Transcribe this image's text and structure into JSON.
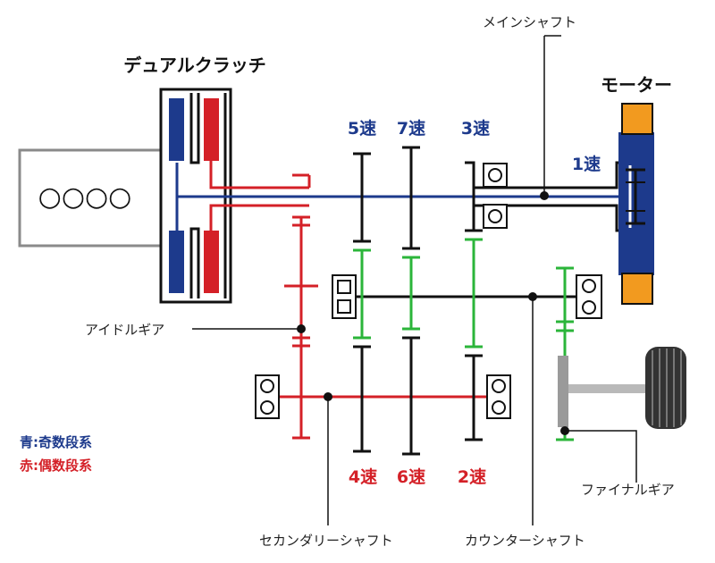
{
  "labels": {
    "dual_clutch": "デュアルクラッチ",
    "main_shaft": "メインシャフト",
    "motor": "モーター",
    "idle_gear": "アイドルギア",
    "secondary_shaft": "セカンダリーシャフト",
    "counter_shaft": "カウンターシャフト",
    "final_gear": "ファイナルギア",
    "engine_cylinders": "○○○○"
  },
  "speeds": {
    "s1": "1速",
    "s2": "2速",
    "s3": "3速",
    "s4": "4速",
    "s5": "5速",
    "s6": "6速",
    "s7": "7速"
  },
  "legend": {
    "odd": "青:奇数段系",
    "even": "赤:偶数段系"
  },
  "colors": {
    "odd_blue": "#1d3a8c",
    "even_red": "#d42027",
    "counter_green": "#2bb53a",
    "motor_orange": "#f29a1f",
    "black": "#111111",
    "gray": "#9a9a9a"
  }
}
